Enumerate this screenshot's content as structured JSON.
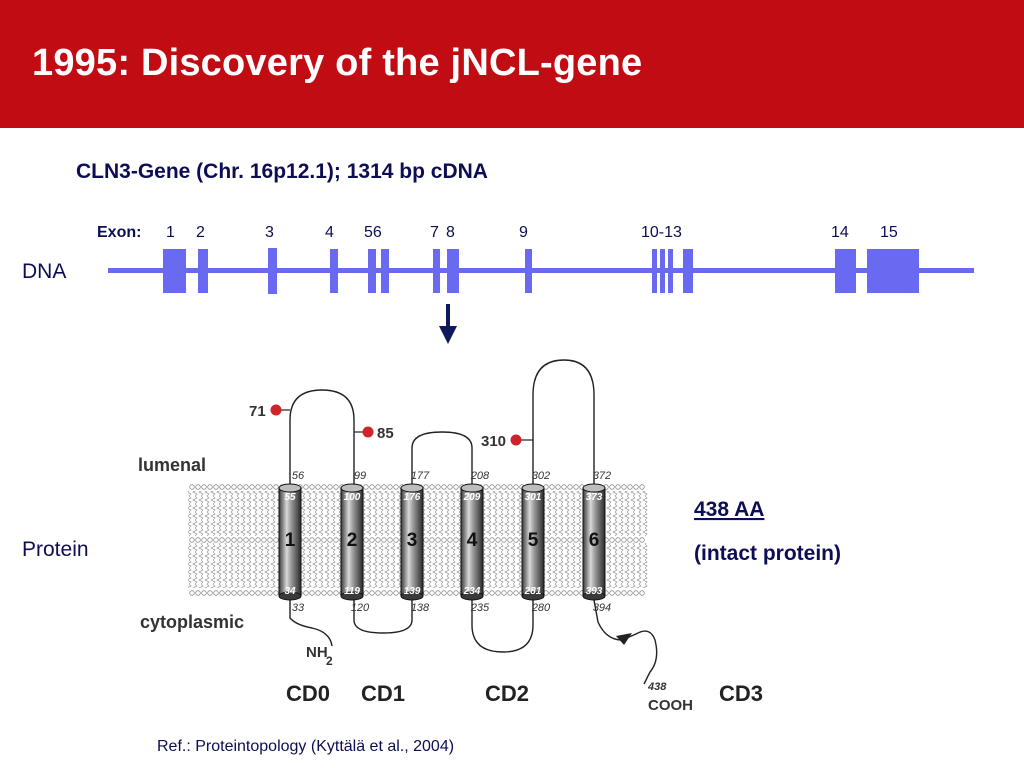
{
  "slide": {
    "title": "1995: Discovery of the jNCL-gene",
    "subtitle": "CLN3-Gene (Chr. 16p12.1); 1314 bp cDNA",
    "reference": "Ref.: Proteintopology (Kyttälä et al., 2004)"
  },
  "colors": {
    "header": "#c00c12",
    "dna": "#6a6af0",
    "arrow": "#0e1a5c",
    "glyco_dot": "#d1232a",
    "membrane": "#8a8a8a"
  },
  "dna": {
    "row_label": "DNA",
    "exon_prefix": "Exon:",
    "exon_labels": [
      "1",
      "2",
      "3",
      "4",
      "56",
      "7",
      "8",
      "9",
      "10-13",
      "14",
      "15"
    ]
  },
  "protein": {
    "row_label": "Protein",
    "lumen_label": "lumenal",
    "cyto_label": "cytoplasmic",
    "amino_terminus": "NH",
    "amino_subscript": "2",
    "carboxy_terminus": "COOH",
    "carboxy_position": "438",
    "helices": [
      {
        "label": "1",
        "top_residue": "55",
        "bottom_residue": "34",
        "above": "56",
        "below": "33"
      },
      {
        "label": "2",
        "top_residue": "100",
        "bottom_residue": "119",
        "above": "99",
        "below": "120"
      },
      {
        "label": "3",
        "top_residue": "176",
        "bottom_residue": "139",
        "above": "177",
        "below": "138"
      },
      {
        "label": "4",
        "top_residue": "209",
        "bottom_residue": "234",
        "above": "208",
        "below": "235"
      },
      {
        "label": "5",
        "top_residue": "301",
        "bottom_residue": "281",
        "above": "302",
        "below": "280"
      },
      {
        "label": "6",
        "top_residue": "373",
        "bottom_residue": "393",
        "above": "372",
        "below": "394"
      }
    ],
    "glycosylation_sites": [
      "71",
      "85",
      "310"
    ],
    "domains": [
      "CD0",
      "CD1",
      "CD2",
      "CD3"
    ],
    "length_label": "438 AA",
    "status_label": "(intact protein)"
  }
}
